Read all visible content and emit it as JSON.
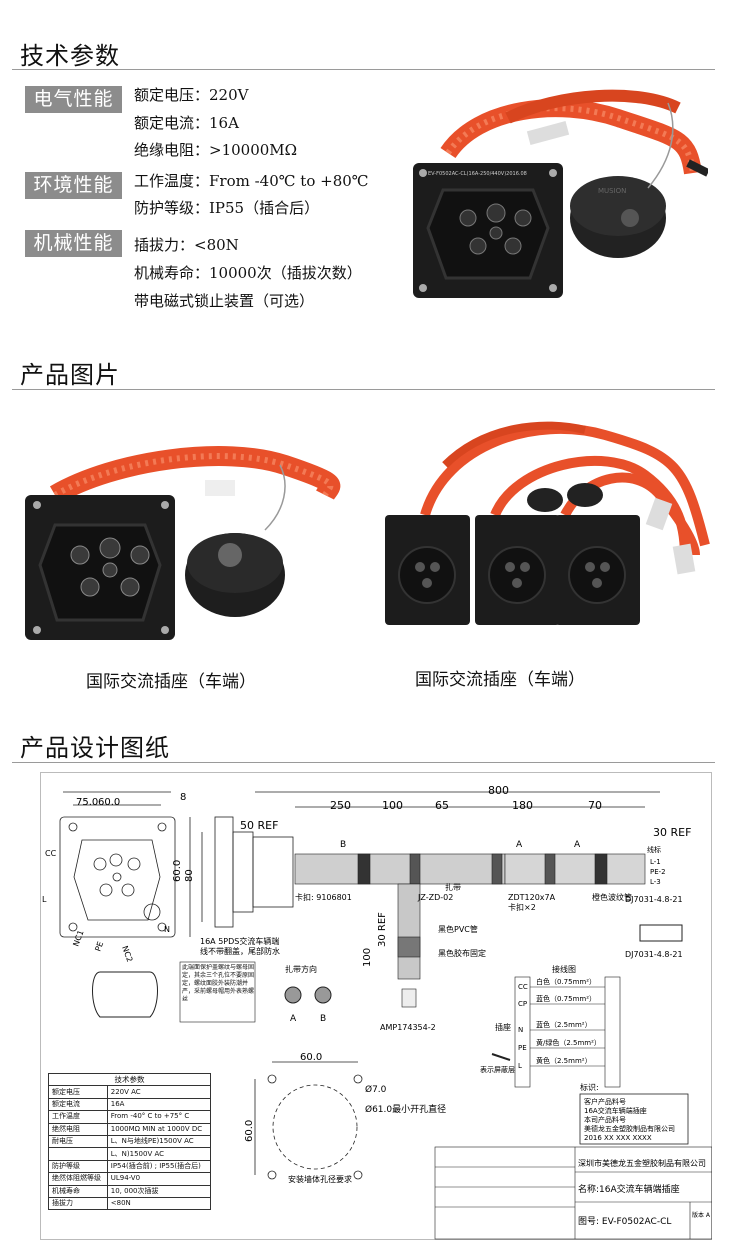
{
  "section1": {
    "title": "技术参数",
    "groups": [
      {
        "tag": "电气性能",
        "lines": [
          "额定电压：220V",
          "额定电流：16A",
          "绝缘电阻：>10000MΩ"
        ]
      },
      {
        "tag": "环境性能",
        "lines": [
          "工作温度：From -40℃ to +80℃",
          "防护等级：IP55（插合后）"
        ]
      },
      {
        "tag": "机械性能",
        "lines": [
          "插拔力：<80N",
          "机械寿命：10000次（插拔次数）",
          "带电磁式锁止装置（可选）"
        ]
      }
    ],
    "photo_label": "EV-F0502AC-CL(16A-250/440V)2016.08",
    "cap_label": "MUSION"
  },
  "section2": {
    "title": "产品图片",
    "captions": [
      "国际交流插座（车端）",
      "国际交流插座（车端）"
    ]
  },
  "section3": {
    "title": "产品设计图纸",
    "dims": {
      "w75": "75.0",
      "w60": "60.0",
      "h80": "80",
      "h60": "60.0",
      "d8": "8",
      "len800": "800",
      "l250": "250",
      "l100": "100",
      "l65": "65",
      "l180": "180",
      "l70": "70",
      "ref50": "50 REF",
      "ref30": "30 REF",
      "ref30v": "30 REF",
      "v100": "100",
      "w60b": "60.0",
      "h60b": "60.0",
      "phi7": "Ø7.0",
      "phi61": "Ø61.0最小开孔直径"
    },
    "labels": {
      "cc": "CC",
      "l": "L",
      "nc1": "NC1",
      "pe": "PE",
      "nc2": "NC2",
      "n": "N",
      "b1": "B",
      "a1": "A",
      "a2": "A",
      "b2": "B",
      "socket_note": "16A 5PDS交流车辆端",
      "socket_note2": "线不带翻盖，尾部防水",
      "clip": "卡扣: 9106801",
      "jz": "JZ-ZD-02",
      "tie": "扎带",
      "zdt": "ZDT120x7A",
      "clip2": "卡扣×2",
      "corrugated": "橙色波纹管",
      "pvc": "黑色PVC管",
      "tape": "黑色胶布固定",
      "amp": "AMP174354-2",
      "dj1": "DJ7031-4.8-21",
      "dj2": "DJ7031-4.8-21",
      "wire_id": "线标",
      "seal_dir": "扎带方向",
      "va": "A",
      "vb": "B",
      "shield": "表示屏蔽层",
      "wiring": "接线图",
      "plug": "插座",
      "mark": "标识",
      "l1": "L-1",
      "pe2": "PE-2",
      "l3": "L-3",
      "mount": "安装墙体孔径要求",
      "warn": "此端面保护盖螺纹与螺母固定，其余三个孔位不要原固定，螺纹面胶外装防潮并严，采前螺母帽用外表熟螺丝"
    },
    "wires": [
      {
        "pin": "CC",
        "color": "白色（0.75mm²）"
      },
      {
        "pin": "CP",
        "color": "蓝色（0.75mm²）"
      },
      {
        "pin": "N",
        "color": "蓝色（2.5mm²）"
      },
      {
        "pin": "PE",
        "color": "黄/绿色（2.5mm²）"
      },
      {
        "pin": "L",
        "color": "黄色（2.5mm²）"
      }
    ],
    "marking_box": {
      "title": "标识:",
      "lines": [
        "客户产品料号",
        "16A交流车辆端插座",
        "本司产品料号",
        "美德龙五金塑胶制品有限公司",
        "2016 XX XXX XXXX"
      ]
    },
    "tech_table": {
      "title": "技术参数",
      "rows": [
        [
          "额定电压",
          "220V AC"
        ],
        [
          "额定电流",
          "16A"
        ],
        [
          "工作温度",
          "From -40° C to +75° C"
        ],
        [
          "绝然电阻",
          "1000MΩ MIN at 1000V DC"
        ],
        [
          "耐电压",
          "L、N与地线PE)1500V AC"
        ],
        [
          "",
          "L、N)1500V AC"
        ],
        [
          "防护等级",
          "IP54(插合前) ; IP55(插合后)"
        ],
        [
          "绝然体阻燃等级",
          "UL94-V0"
        ],
        [
          "机械寿命",
          "10, 000次插拔"
        ],
        [
          "插拔力",
          "<80N"
        ]
      ]
    },
    "title_block": {
      "company": "深圳市美德龙五金塑胶制品有限公司",
      "name": "名称:16A交流车辆端插座",
      "part": "图号: EV-F0502AC-CL",
      "rev": "版本 A"
    }
  },
  "colors": {
    "tag_bg": "#8c8c8c",
    "cable": "#e8502a",
    "connector": "#1c1c1c"
  }
}
